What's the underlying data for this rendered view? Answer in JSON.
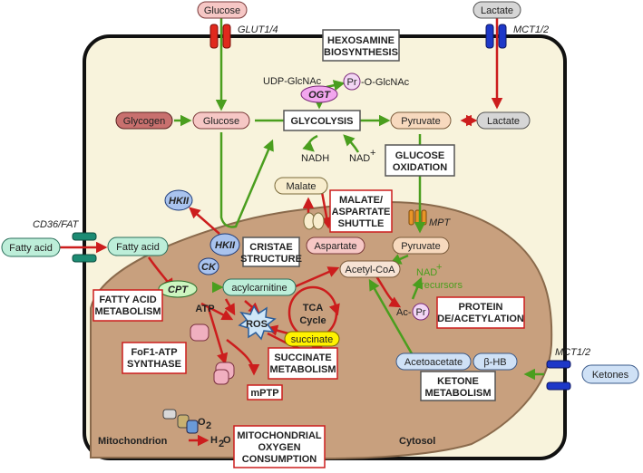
{
  "transporters": {
    "glut": "GLUT1/4",
    "mct_top": "MCT1/2",
    "cd36": "CD36/FAT",
    "mct_bottom": "MCT1/2",
    "mpt": "MPT"
  },
  "external_nodes": {
    "glucose": "Glucose",
    "lactate": "Lactate",
    "fatty_acid": "Fatty acid",
    "ketones": "Ketones"
  },
  "cytosol_nodes": {
    "glycogen": "Glycogen",
    "glucose": "Glucose",
    "pyruvate": "Pyruvate",
    "lactate": "Lactate",
    "udp_glcnac": "UDP-GlcNAc",
    "ogt": "OGT",
    "pr": "Pr",
    "o_glcnac": "-O-GlcNAc",
    "nadh": "NADH",
    "nad_plus": "NAD",
    "nad_sup": "+",
    "malate": "Malate",
    "fatty_acid": "Fatty acid",
    "hkii_top": "HKII"
  },
  "mito_nodes": {
    "aspartate": "Aspartate",
    "pyruvate": "Pyruvate",
    "acetyl_coa": "Acetyl-CoA",
    "hkii": "HKII",
    "ck": "CK",
    "cpt": "CPT",
    "acylcarnitine": "acylcarnitine",
    "ros": "ROS",
    "tca_1": "TCA",
    "tca_2": "Cycle",
    "succinate": "succinate",
    "nad_precursors_1": "NAD",
    "nad_precursors_sup": "+",
    "nad_precursors_2": "precursors",
    "ac": "Ac-",
    "pr": "Pr",
    "atp": "ATP",
    "mptp": "mPTP",
    "acetoacetate": "Acetoacetate",
    "bhb": "β-HB",
    "o2": "O",
    "o2_sub": "2",
    "h2o": "H",
    "h2o_sub": "2",
    "h2o_end": "O"
  },
  "process_boxes": {
    "hexosamine": [
      "HEXOSAMINE",
      "BIOSYNTHESIS"
    ],
    "glycolysis": [
      "GLYCOLYSIS"
    ],
    "glucose_oxidation": [
      "GLUCOSE",
      "OXIDATION"
    ],
    "malate_aspartate": [
      "MALATE/",
      "ASPARTATE",
      "SHUTTLE"
    ],
    "cristae": [
      "CRISTAE",
      "STRUCTURE"
    ],
    "fatty_acid_metabolism": [
      "FATTY ACID",
      "METABOLISM"
    ],
    "protein_acetylation": [
      "PROTEIN",
      "DE/ACETYLATION"
    ],
    "fof1": [
      "FoF1-ATP",
      "SYNTHASE"
    ],
    "succinate_metabolism": [
      "SUCCINATE",
      "METABOLISM"
    ],
    "ketone_metabolism": [
      "KETONE",
      "METABOLISM"
    ],
    "mito_oxygen": [
      "MITOCHONDRIAL",
      "OXYGEN",
      "CONSUMPTION"
    ]
  },
  "region_labels": {
    "mitochondrion": "Mitochondrion",
    "cytosol": "Cytosol"
  },
  "colors": {
    "cell_fill": "#f8f3dc",
    "mito_fill": "#c8a07e",
    "green_arrow": "#4a9e1e",
    "red_arrow": "#cc1d1d",
    "glucose_pink": "#f6c7c5",
    "pyruvate_peach": "#f7d9be",
    "lactate_gray": "#d6d6d6",
    "glycogen": "#c8706e",
    "malate_cream": "#f8edcd",
    "hkii_blue": "#a9c3ee",
    "ogt_magenta": "#f2a6ee",
    "cpt_green": "#cdf5c0",
    "fatty_acid_teal": "#bdeed9",
    "succinate_yellow": "#fff200",
    "ketone_blue": "#cfe1f6",
    "ros_blue": "#cfe6f8",
    "glut_red": "#e0291d",
    "mct_blue": "#1e38c8",
    "cd36_teal": "#1c8b73",
    "mpt_orange": "#e89528"
  }
}
